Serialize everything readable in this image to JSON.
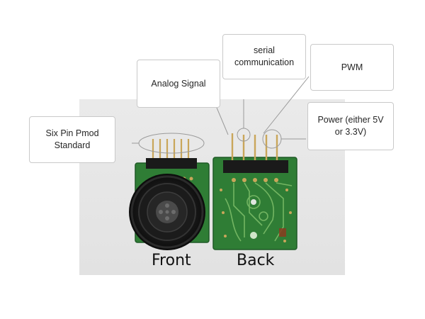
{
  "callouts": {
    "six_pin": "Six Pin Pmod\nStandard",
    "analog": "Analog Signal",
    "serial": "serial\ncommunication",
    "pwm": "PWM",
    "power": "Power (either 5V\nor 3.3V)"
  },
  "captions": {
    "front": "Front",
    "back": "Back"
  },
  "colors": {
    "pcb_green": "#2f7d35",
    "pcb_dark": "#1f5a26",
    "header_black": "#1a1a1a",
    "pin_gold": "#c9a65a",
    "backdrop": "#ededed"
  },
  "icons": {
    "sensor": "ultrasonic-transducer-icon"
  }
}
